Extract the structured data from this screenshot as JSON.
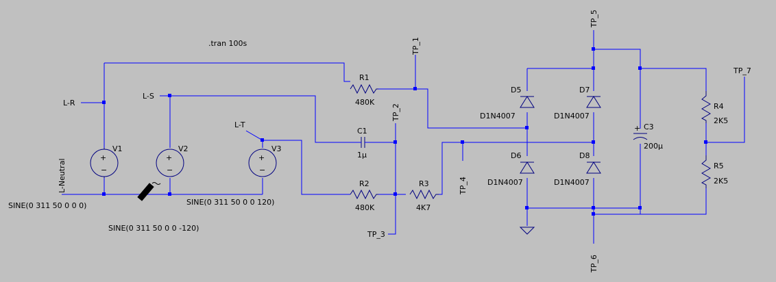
{
  "directive": ".tran 100s",
  "nets": {
    "l_r": "L-R",
    "l_s": "L-S",
    "l_t": "L-T",
    "l_neutral": "L-Neutral",
    "tp1": "TP_1",
    "tp2": "TP_2",
    "tp3": "TP_3",
    "tp4": "TP_4",
    "tp5": "TP_5",
    "tp6": "TP_6",
    "tp7": "TP_7"
  },
  "components": {
    "v1": {
      "name": "V1",
      "value": "SINE(0 311 50 0 0 0)"
    },
    "v2": {
      "name": "V2",
      "value": "SINE(0 311 50 0 0 -120)"
    },
    "v3": {
      "name": "V3",
      "value": "SINE(0 311 50 0 0 120)"
    },
    "r1": {
      "name": "R1",
      "value": "480K"
    },
    "r2": {
      "name": "R2",
      "value": "480K"
    },
    "r3": {
      "name": "R3",
      "value": "4K7"
    },
    "r4": {
      "name": "R4",
      "value": "2K5"
    },
    "r5": {
      "name": "R5",
      "value": "2K5"
    },
    "c1": {
      "name": "C1",
      "value": "1µ"
    },
    "c3": {
      "name": "C3",
      "value": "200µ"
    },
    "d5": {
      "name": "D5",
      "value": "D1N4007"
    },
    "d6": {
      "name": "D6",
      "value": "D1N4007"
    },
    "d7": {
      "name": "D7",
      "value": "D1N4007"
    },
    "d8": {
      "name": "D8",
      "value": "D1N4007"
    }
  },
  "colors": {
    "background": "#c0c0c0",
    "wire": "#0000ff",
    "component": "#000080",
    "text": "#000000"
  }
}
